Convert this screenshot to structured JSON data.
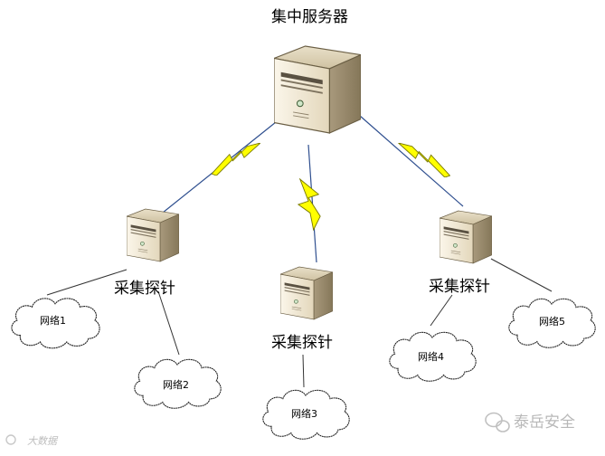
{
  "diagram": {
    "central_server": {
      "label": "集中服务器",
      "icon": "server-icon"
    },
    "probes": [
      {
        "label": "采集探针",
        "icon": "server-icon"
      },
      {
        "label": "采集探针",
        "icon": "server-icon"
      },
      {
        "label": "采集探针",
        "icon": "server-icon"
      }
    ],
    "networks": [
      {
        "label": "网络1",
        "icon": "cloud-icon"
      },
      {
        "label": "网络2",
        "icon": "cloud-icon"
      },
      {
        "label": "网络3",
        "icon": "cloud-icon"
      },
      {
        "label": "网络4",
        "icon": "cloud-icon"
      },
      {
        "label": "网络5",
        "icon": "cloud-icon"
      }
    ],
    "links": [
      {
        "from": "集中服务器",
        "to": "采集探针 (left)",
        "type": "wireless",
        "icon": "lightning-icon"
      },
      {
        "from": "集中服务器",
        "to": "采集探针 (center)",
        "type": "wireless",
        "icon": "lightning-icon"
      },
      {
        "from": "集中服务器",
        "to": "采集探针 (right)",
        "type": "wireless",
        "icon": "lightning-icon"
      },
      {
        "from": "采集探针 (left)",
        "to": "网络1",
        "type": "wired"
      },
      {
        "from": "采集探针 (left)",
        "to": "网络2",
        "type": "wired"
      },
      {
        "from": "采集探针 (center)",
        "to": "网络3",
        "type": "wired"
      },
      {
        "from": "采集探针 (right)",
        "to": "网络4",
        "type": "wired"
      },
      {
        "from": "采集探针 (right)",
        "to": "网络5",
        "type": "wired"
      }
    ],
    "colors": {
      "lightning": "#ffff00",
      "server_body": "#f0e6cf",
      "server_shade": "#b3a58a",
      "line": "#333333",
      "wireless_line": "#2f4f8f"
    }
  },
  "watermarks": {
    "brand": "泰岳安全",
    "brand_icon": "wechat-icon",
    "left_mark": "大数据"
  }
}
